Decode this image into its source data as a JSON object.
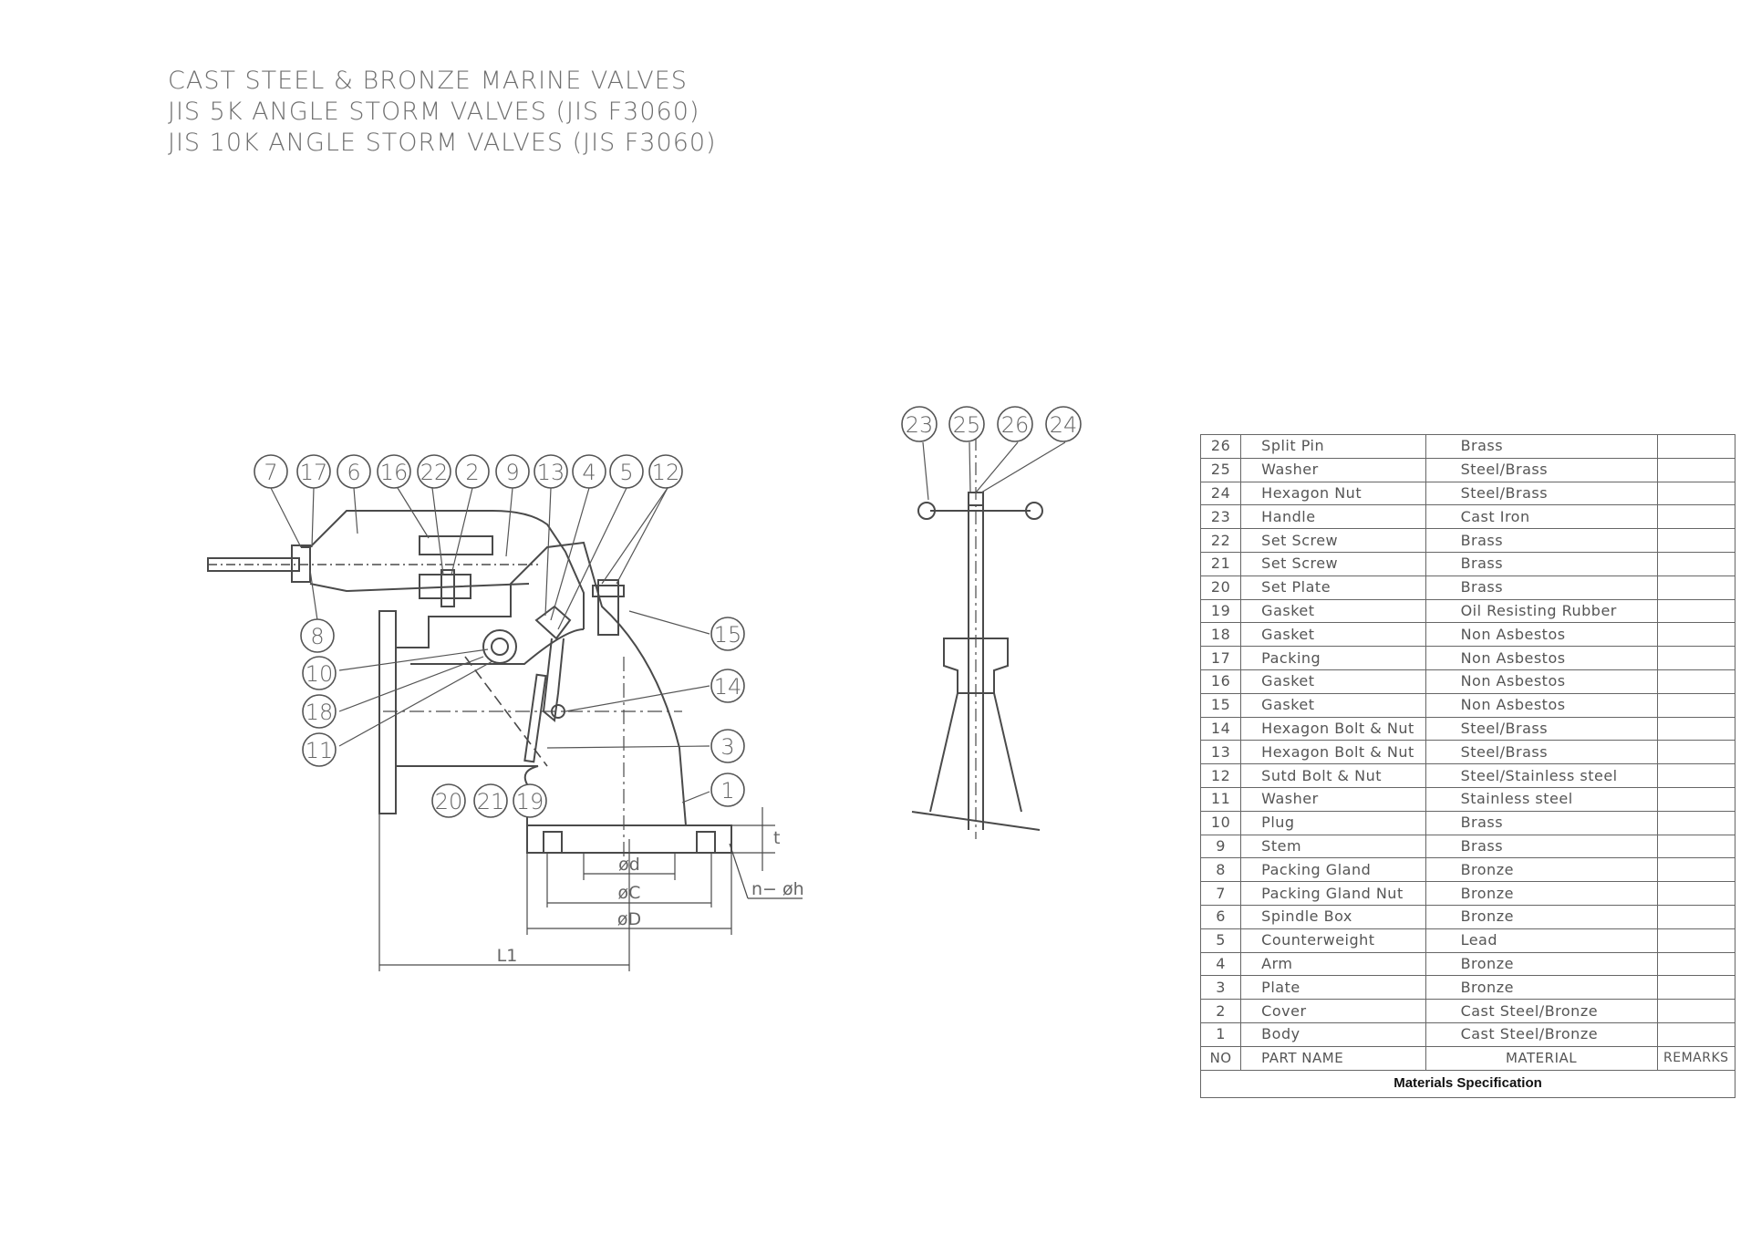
{
  "title_lines": [
    "CAST STEEL & BRONZE MARINE VALVES",
    "JIS 5K ANGLE STORM VALVES (JIS F3060)",
    "JIS 10K ANGLE STORM VALVES (JIS F3060)"
  ],
  "side_view": {
    "callouts": [
      "7",
      "17",
      "6",
      "16",
      "22",
      "2",
      "9",
      "13",
      "4",
      "5",
      "12",
      "8",
      "10",
      "18",
      "11",
      "15",
      "14",
      "3",
      "1",
      "20",
      "21",
      "19"
    ],
    "dimensions": [
      "ød",
      "øC",
      "øD",
      "L1",
      "n− øh",
      "t"
    ]
  },
  "front_view": {
    "callouts": [
      "23",
      "25",
      "26",
      "24"
    ]
  },
  "table": {
    "rows": [
      {
        "no": "26",
        "name": "Split Pin",
        "material": "Brass",
        "remarks": ""
      },
      {
        "no": "25",
        "name": "Washer",
        "material": "Steel/Brass",
        "remarks": ""
      },
      {
        "no": "24",
        "name": "Hexagon Nut",
        "material": "Steel/Brass",
        "remarks": ""
      },
      {
        "no": "23",
        "name": "Handle",
        "material": "Cast Iron",
        "remarks": ""
      },
      {
        "no": "22",
        "name": "Set Screw",
        "material": "Brass",
        "remarks": ""
      },
      {
        "no": "21",
        "name": "Set Screw",
        "material": "Brass",
        "remarks": ""
      },
      {
        "no": "20",
        "name": "Set Plate",
        "material": "Brass",
        "remarks": ""
      },
      {
        "no": "19",
        "name": "Gasket",
        "material": "Oil Resisting Rubber",
        "remarks": ""
      },
      {
        "no": "18",
        "name": "Gasket",
        "material": "Non Asbestos",
        "remarks": ""
      },
      {
        "no": "17",
        "name": "Packing",
        "material": "Non Asbestos",
        "remarks": ""
      },
      {
        "no": "16",
        "name": "Gasket",
        "material": "Non Asbestos",
        "remarks": ""
      },
      {
        "no": "15",
        "name": "Gasket",
        "material": "Non Asbestos",
        "remarks": ""
      },
      {
        "no": "14",
        "name": "Hexagon Bolt & Nut",
        "material": "Steel/Brass",
        "remarks": ""
      },
      {
        "no": "13",
        "name": "Hexagon Bolt & Nut",
        "material": "Steel/Brass",
        "remarks": ""
      },
      {
        "no": "12",
        "name": "Sutd Bolt & Nut",
        "material": "Steel/Stainless steel",
        "remarks": ""
      },
      {
        "no": "11",
        "name": "Washer",
        "material": "Stainless steel",
        "remarks": ""
      },
      {
        "no": "10",
        "name": "Plug",
        "material": "Brass",
        "remarks": ""
      },
      {
        "no": "9",
        "name": "Stem",
        "material": "Brass",
        "remarks": ""
      },
      {
        "no": "8",
        "name": "Packing Gland",
        "material": "Bronze",
        "remarks": ""
      },
      {
        "no": "7",
        "name": "Packing Gland Nut",
        "material": "Bronze",
        "remarks": ""
      },
      {
        "no": "6",
        "name": "Spindle Box",
        "material": "Bronze",
        "remarks": ""
      },
      {
        "no": "5",
        "name": "Counterweight",
        "material": "Lead",
        "remarks": ""
      },
      {
        "no": "4",
        "name": "Arm",
        "material": "Bronze",
        "remarks": ""
      },
      {
        "no": "3",
        "name": "Plate",
        "material": "Bronze",
        "remarks": ""
      },
      {
        "no": "2",
        "name": "Cover",
        "material": "Cast Steel/Bronze",
        "remarks": ""
      },
      {
        "no": "1",
        "name": "Body",
        "material": "Cast Steel/Bronze",
        "remarks": ""
      }
    ],
    "header": {
      "no": "NO",
      "name": "PART  NAME",
      "material": "MATERIAL",
      "remarks": "REMARKS"
    },
    "caption": "Materials Specification"
  }
}
